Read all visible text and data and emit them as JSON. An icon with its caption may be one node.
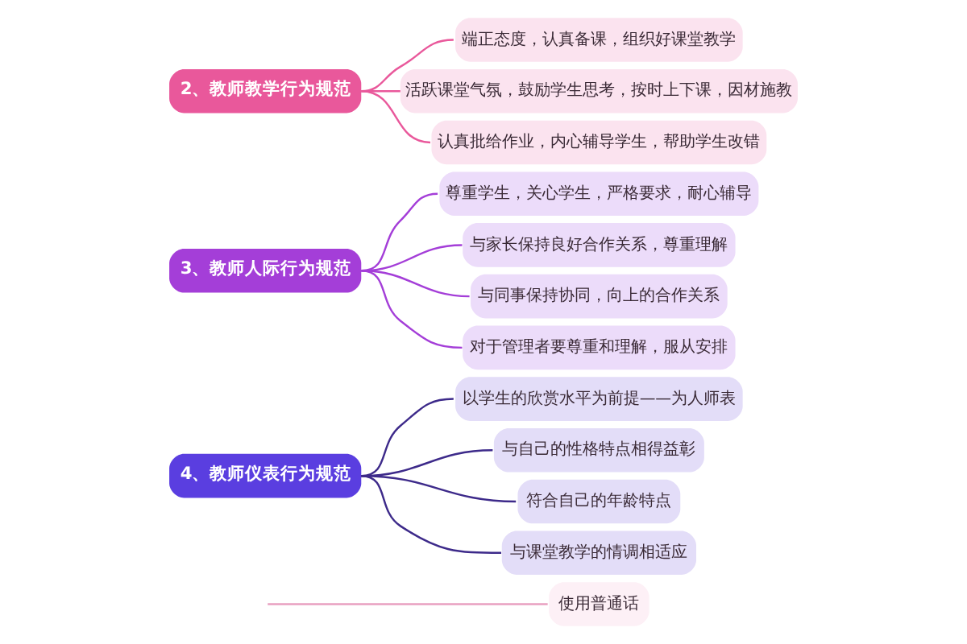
{
  "diagram": {
    "nodes": [
      {
        "text": [
          "2、教师教学行为规范"
        ]
      },
      {
        "text": [
          "端正态度，认真备课，组织好课堂教学"
        ]
      },
      {
        "text": [
          "活跃课堂气氛，鼓励学生思考，按时上下课，因材施教"
        ]
      },
      {
        "text": [
          "认真批给作业，内心辅导学生，帮助学生改错"
        ]
      },
      {
        "text": [
          "3、教师人际行为规范"
        ]
      },
      {
        "text": [
          "尊重学生，关心学生，严格要求，耐心辅导"
        ]
      },
      {
        "text": [
          "与家长保持良好合作关系，尊重理解"
        ]
      },
      {
        "text": [
          "与同事保持协同，向上的合作关系"
        ]
      },
      {
        "text": [
          "对于管理者要尊重和理解，服从安排"
        ]
      },
      {
        "text": [
          "4、教师仪表行为规范"
        ]
      },
      {
        "text": [
          "以学生的欣赏水平为前提——为人师表"
        ]
      },
      {
        "text": [
          "与自己的性格特点相得益彰"
        ]
      },
      {
        "text": [
          "符合自己的年龄特点"
        ]
      },
      {
        "text": [
          "与课堂教学的情调相适应"
        ]
      },
      {
        "text": [
          "使用普通话"
        ]
      }
    ],
    "edges": [
      {
        "from": 0,
        "to": 1,
        "arrow": "none",
        "color": "#e9589b"
      },
      {
        "from": 0,
        "to": 2,
        "arrow": "none",
        "color": "#e9589b"
      },
      {
        "from": 0,
        "to": 3,
        "arrow": "none",
        "color": "#e9589b"
      },
      {
        "from": 4,
        "to": 5,
        "arrow": "none",
        "color": "#a43ed8"
      },
      {
        "from": 4,
        "to": 6,
        "arrow": "none",
        "color": "#a43ed8"
      },
      {
        "from": 4,
        "to": 7,
        "arrow": "none",
        "color": "#a43ed8"
      },
      {
        "from": 4,
        "to": 8,
        "arrow": "none",
        "color": "#a43ed8"
      },
      {
        "from": 9,
        "to": 10,
        "arrow": "none",
        "color": "#3d2a8a"
      },
      {
        "from": 9,
        "to": 11,
        "arrow": "none",
        "color": "#3d2a8a"
      },
      {
        "from": 9,
        "to": 12,
        "arrow": "none",
        "color": "#3d2a8a"
      },
      {
        "from": 9,
        "to": 13,
        "arrow": "none",
        "color": "#3d2a8a"
      },
      {
        "from": null,
        "to": 14,
        "arrow": "none",
        "color": "#e9a0c0"
      }
    ]
  }
}
